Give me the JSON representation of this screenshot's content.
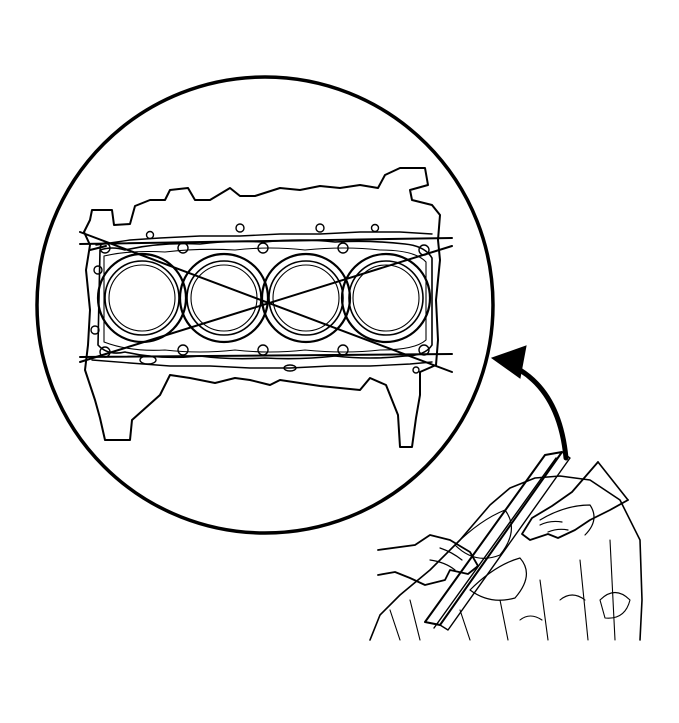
{
  "diagram": {
    "figure": "cylinder-block-deck-flatness-check",
    "labels": [],
    "colors": {
      "ink": "#000000",
      "paper": "#ffffff"
    },
    "measurement_lines": 6,
    "cylinders": 4
  }
}
